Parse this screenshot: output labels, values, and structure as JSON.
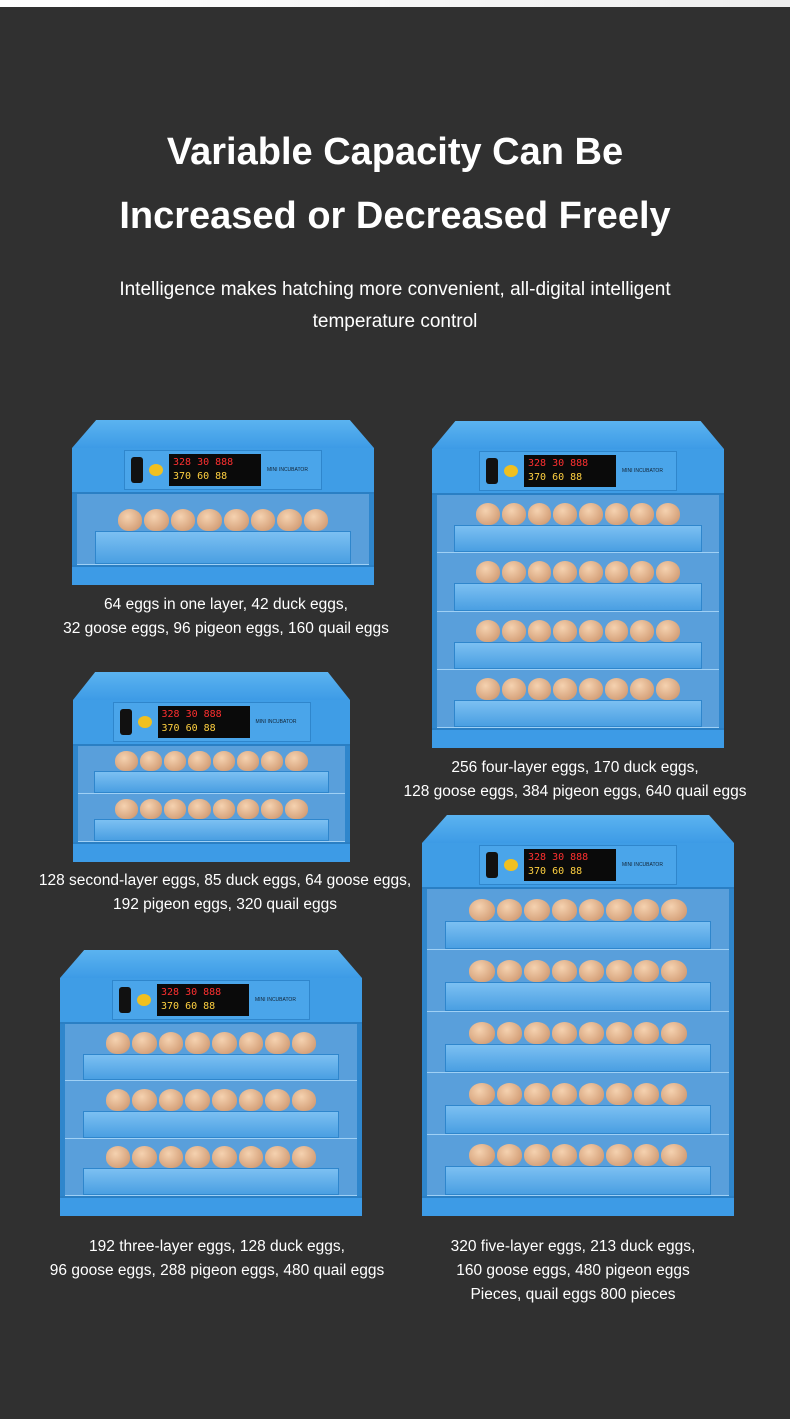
{
  "header": {
    "title_line1": "Variable Capacity Can Be",
    "title_line2": "Increased or Decreased Freely",
    "subtitle_line1": "Intelligence makes hatching more convenient, all-digital intelligent",
    "subtitle_line2": "temperature control"
  },
  "device_panel": {
    "display_line1": "328 30 888",
    "display_line2": "370 60 88",
    "label": "MINI INCUBATOR"
  },
  "products": [
    {
      "layers": 1,
      "caption": [
        "64 eggs in one layer, 42 duck eggs,",
        "32 goose eggs, 96 pigeon eggs, 160 quail eggs"
      ]
    },
    {
      "layers": 4,
      "caption": [
        "256 four-layer eggs, 170 duck eggs,",
        "128 goose eggs, 384 pigeon eggs, 640 quail eggs"
      ]
    },
    {
      "layers": 2,
      "caption": [
        "128 second-layer eggs, 85 duck eggs, 64 goose eggs,",
        "192 pigeon eggs, 320 quail eggs"
      ]
    },
    {
      "layers": 3,
      "caption": [
        "192 three-layer eggs, 128 duck eggs,",
        "96 goose eggs, 288 pigeon eggs, 480 quail eggs"
      ]
    },
    {
      "layers": 5,
      "caption": [
        "320 five-layer eggs, 213 duck eggs,",
        "160 goose eggs, 480 pigeon eggs",
        "Pieces, quail eggs 800 pieces"
      ]
    }
  ]
}
